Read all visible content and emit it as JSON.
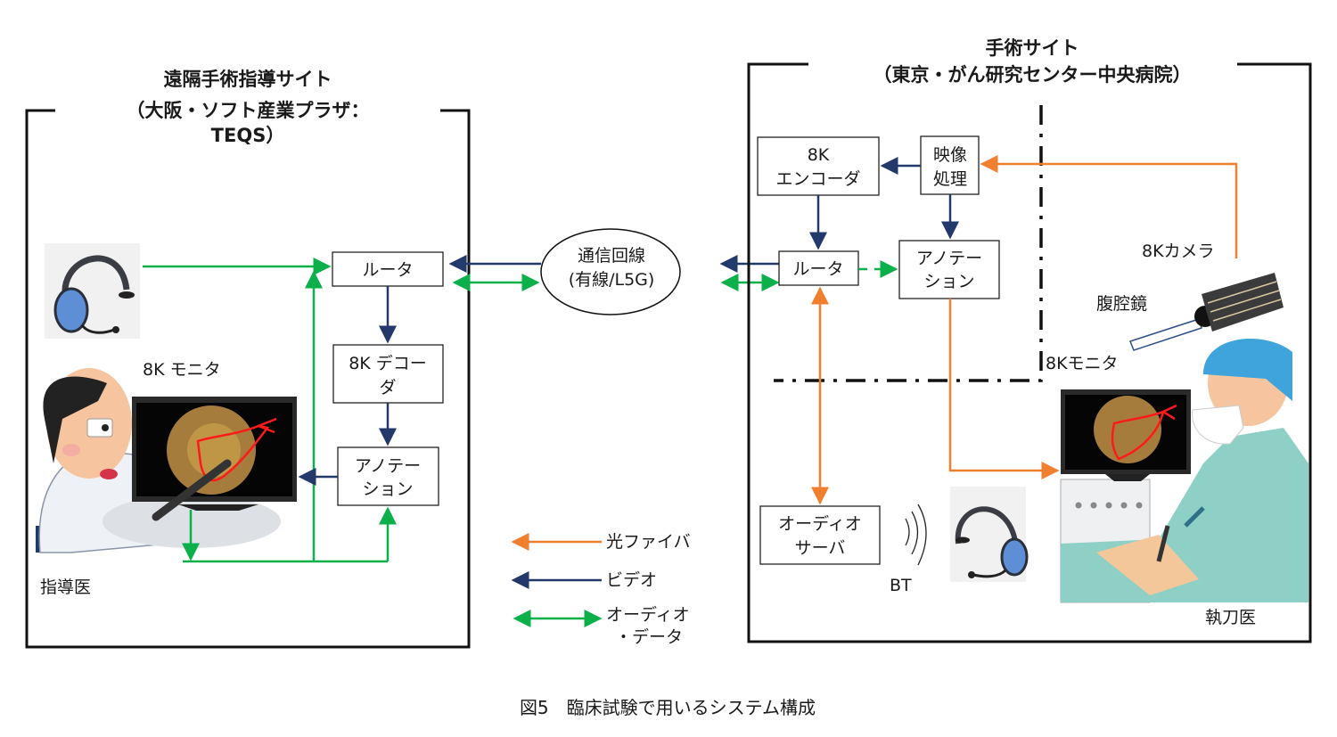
{
  "left_site": {
    "title_lines": [
      "遠隔手術指導サイト",
      "（大阪・ソフト産業プラザ：",
      "TEQS）"
    ],
    "router": "ルータ",
    "decoder": [
      "8K デコー",
      "ダ"
    ],
    "annotation": [
      "アノテー",
      "ション"
    ],
    "monitor_label": "8K モニタ",
    "person_label": "指導医"
  },
  "network": {
    "lines": [
      "通信回線",
      "(有線/L5G)"
    ]
  },
  "right_site": {
    "title_lines": [
      "手術サイト",
      "（東京・がん研究センター中央病院）"
    ],
    "encoder": [
      "8K",
      "エンコーダ"
    ],
    "video_processing": [
      "映像",
      "処理"
    ],
    "router": "ルータ",
    "annotation": [
      "アノテー",
      "ション"
    ],
    "camera_label": "8Kカメラ",
    "laparoscope_label": "腹腔鏡",
    "monitor_label": "8Kモニタ",
    "audio_server": [
      "オーディオ",
      "サーバ"
    ],
    "bt_label": "BT",
    "person_label": "執刀医"
  },
  "legend": {
    "items": [
      {
        "label": [
          "光ファイバ"
        ],
        "color": "#f07f2f",
        "type": "one-way"
      },
      {
        "label": [
          "ビデオ"
        ],
        "color": "#23386b",
        "type": "one-way"
      },
      {
        "label": [
          "オーディオ",
          "・データ"
        ],
        "color": "#0bb04a",
        "type": "two-way"
      }
    ]
  },
  "caption": "図5　臨床試験で用いるシステム構成"
}
